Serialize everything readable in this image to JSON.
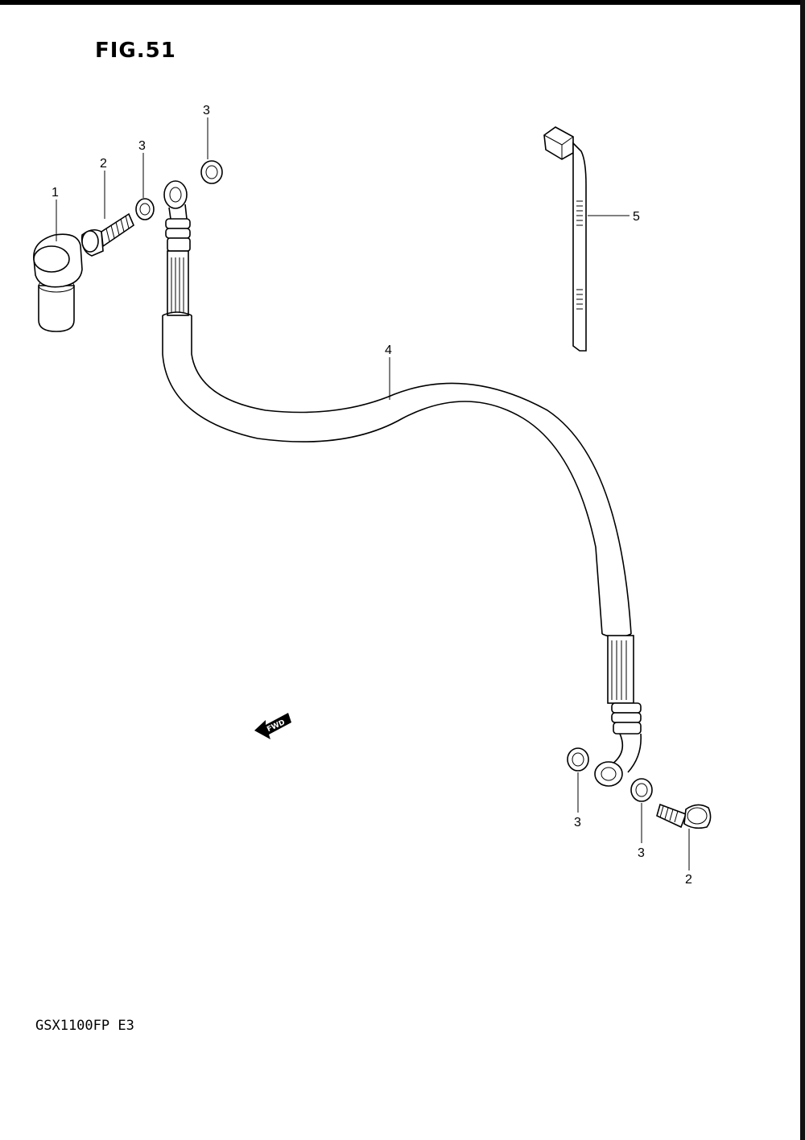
{
  "figure": {
    "title": "FIG.51",
    "model_code": "GSX1100FP E3",
    "direction_marker": "FWD"
  },
  "callouts": [
    {
      "id": "c1",
      "text": "1"
    },
    {
      "id": "c2a",
      "text": "2"
    },
    {
      "id": "c3a",
      "text": "3"
    },
    {
      "id": "c3b",
      "text": "3"
    },
    {
      "id": "c4",
      "text": "4"
    },
    {
      "id": "c5",
      "text": "5"
    },
    {
      "id": "c3c",
      "text": "3"
    },
    {
      "id": "c3d",
      "text": "3"
    },
    {
      "id": "c2b",
      "text": "2"
    }
  ],
  "parts": [
    {
      "label": "cap-fitting"
    },
    {
      "label": "union-bolt"
    },
    {
      "label": "gasket"
    },
    {
      "label": "brake-hose"
    },
    {
      "label": "cable-tie"
    }
  ]
}
